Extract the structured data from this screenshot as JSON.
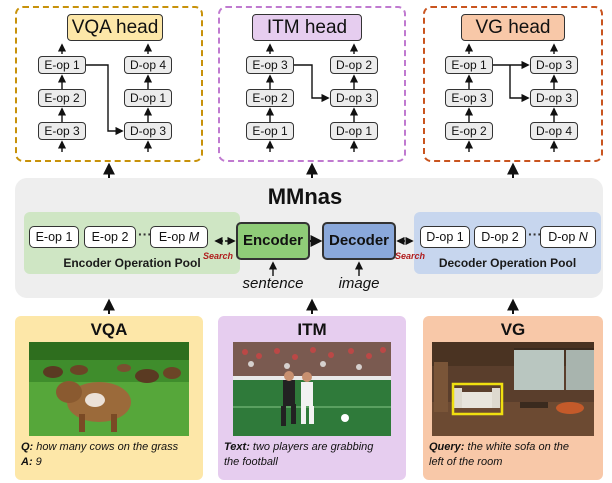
{
  "heads": [
    {
      "title": "VQA head",
      "enc_ops": [
        "E-op 1",
        "E-op 2",
        "E-op 3"
      ],
      "dec_ops": [
        "D-op 4",
        "D-op 1",
        "D-op 3"
      ],
      "border_color": "#c8920a",
      "title_bg": "#fde7a8"
    },
    {
      "title": "ITM head",
      "enc_ops": [
        "E-op 3",
        "E-op 2",
        "E-op 1"
      ],
      "dec_ops": [
        "D-op 2",
        "D-op 3",
        "D-op 1"
      ],
      "border_color": "#c07ad0",
      "title_bg": "#e6cdef"
    },
    {
      "title": "VG head",
      "enc_ops": [
        "E-op 1",
        "E-op 3",
        "E-op 2"
      ],
      "dec_ops": [
        "D-op 3",
        "D-op 3",
        "D-op 4"
      ],
      "border_color": "#c9541f",
      "title_bg": "#f8c8a8"
    }
  ],
  "mmnas": {
    "title": "MMnas",
    "encoder_pool": {
      "ops": [
        "E-op 1",
        "E-op 2",
        "E-op"
      ],
      "op_last_var": "M",
      "dots": "···",
      "label": "Encoder Operation Pool",
      "bg": "#cfe6c4"
    },
    "decoder_pool": {
      "ops": [
        "D-op 1",
        "D-op 2",
        "D-op"
      ],
      "op_last_var": "N",
      "dots": "···",
      "label": "Decoder Operation Pool",
      "bg": "#c7d6ee"
    },
    "search_label": "Search",
    "encoder": {
      "label": "Encoder",
      "bg": "#8fcc78"
    },
    "decoder": {
      "label": "Decoder",
      "bg": "#8aa8da"
    },
    "inputs": [
      "sentence",
      "image"
    ]
  },
  "tasks": [
    {
      "title": "VQA",
      "bg": "#fde7a8",
      "caption_lines": [
        {
          "key": "Q:",
          "text": " how many cows on the grass"
        },
        {
          "key": "A:",
          "text": " 9"
        }
      ],
      "image_desc": "cows on grass"
    },
    {
      "title": "ITM",
      "bg": "#e6cdef",
      "caption_lines": [
        {
          "key": "Text:",
          "text": " two players are grabbing"
        },
        {
          "key": "",
          "text": "the football"
        }
      ],
      "image_desc": "football players"
    },
    {
      "title": "VG",
      "bg": "#f8c8a8",
      "caption_lines": [
        {
          "key": "Query:",
          "text": " the white sofa on the"
        },
        {
          "key": "",
          "text": "left of the room"
        }
      ],
      "image_desc": "living room with sofa"
    }
  ],
  "colors": {
    "panel_gray": "#eeeeee",
    "line": "#111111",
    "search_red": "#b01c1c"
  }
}
